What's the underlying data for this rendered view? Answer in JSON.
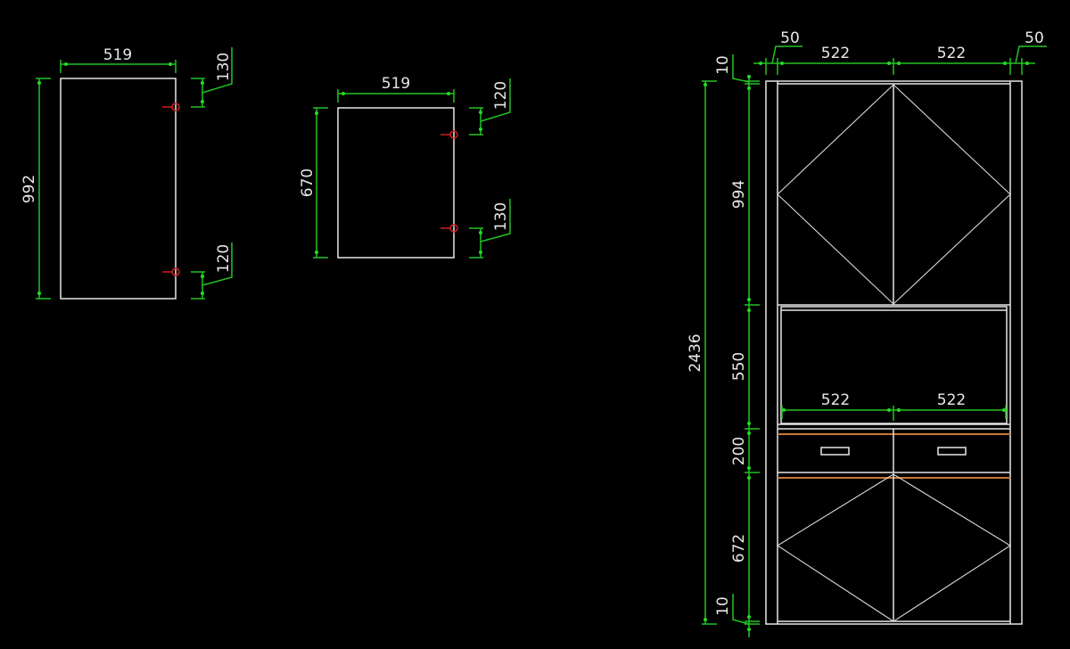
{
  "drawing": {
    "panel_a": {
      "width": "519",
      "height": "992",
      "hinge_top_offset": "130",
      "hinge_bottom_offset": "120"
    },
    "panel_b": {
      "width": "519",
      "height": "670",
      "hinge_top_offset": "120",
      "hinge_bottom_offset": "130"
    },
    "cabinet": {
      "side_left": "50",
      "door_left": "522",
      "door_right": "522",
      "side_right": "50",
      "top_gap": "10",
      "upper_section": "994",
      "open_section": "550",
      "drawer_section": "200",
      "lower_section": "672",
      "bottom_gap": "10",
      "total_height": "2436",
      "open_left": "522",
      "open_right": "522"
    }
  },
  "colors": {
    "outline": "#e6e6e6",
    "dimension": "#22c322",
    "hinge": "#d21e1e",
    "drawer_edge": "#c87832"
  }
}
